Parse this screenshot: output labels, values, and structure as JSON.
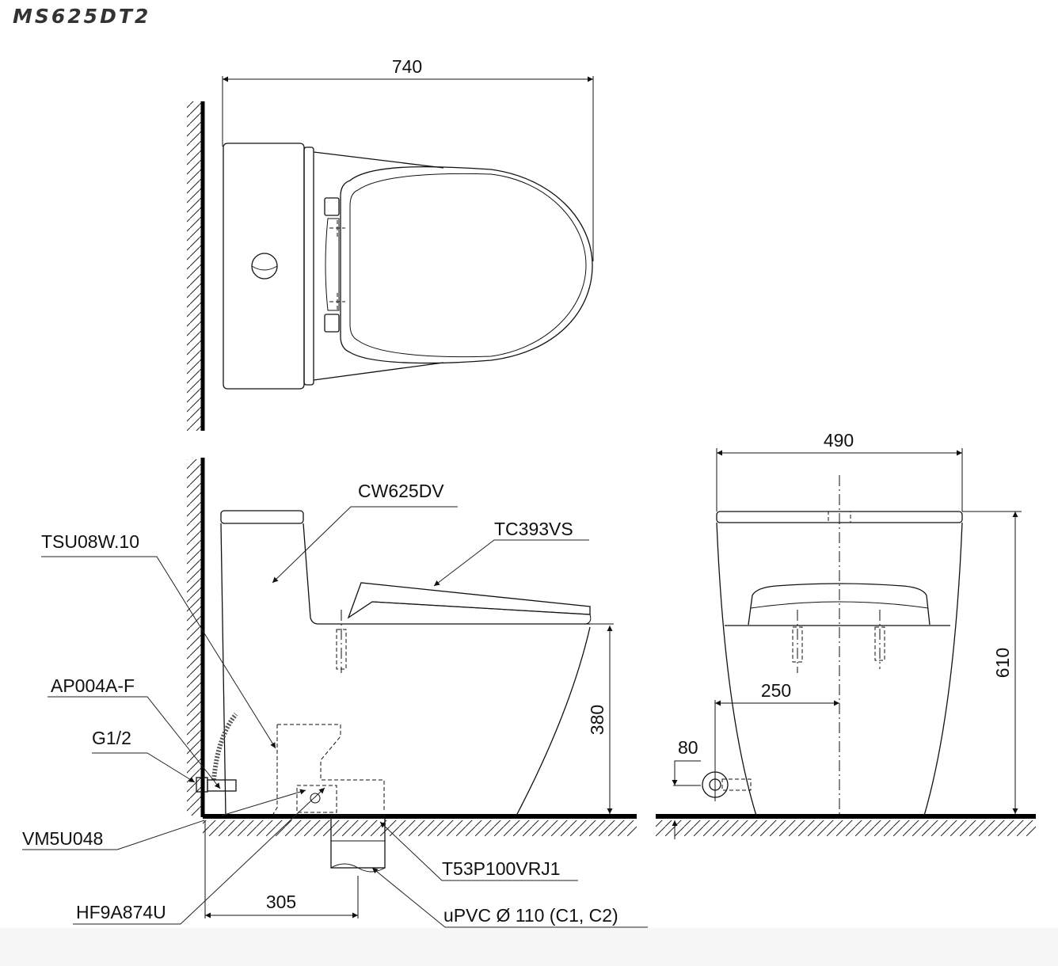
{
  "title": "MS625DT2",
  "views": {
    "top": {
      "dimensions": {
        "overall_length": "740"
      }
    },
    "side": {
      "labels": {
        "toilet_body": "CW625DV",
        "seat": "TC393VS",
        "flush_valve": "TSU08W.10",
        "angle_valve": "AP004A-F",
        "inlet_thread": "G1/2",
        "hose": "VM5U048",
        "flange": "HF9A874U",
        "outlet_adapter": "T53P100VRJ1",
        "drain_pipe": "uPVC Ø 110 (C1, C2)"
      },
      "dimensions": {
        "seat_height": "380",
        "rough_in": "305"
      }
    },
    "front": {
      "dimensions": {
        "overall_width": "490",
        "overall_height": "610",
        "supply_offset_horizontal": "250",
        "supply_height": "80"
      }
    }
  },
  "colors": {
    "line": "#111111",
    "title": "#333333",
    "background": "#ffffff"
  }
}
